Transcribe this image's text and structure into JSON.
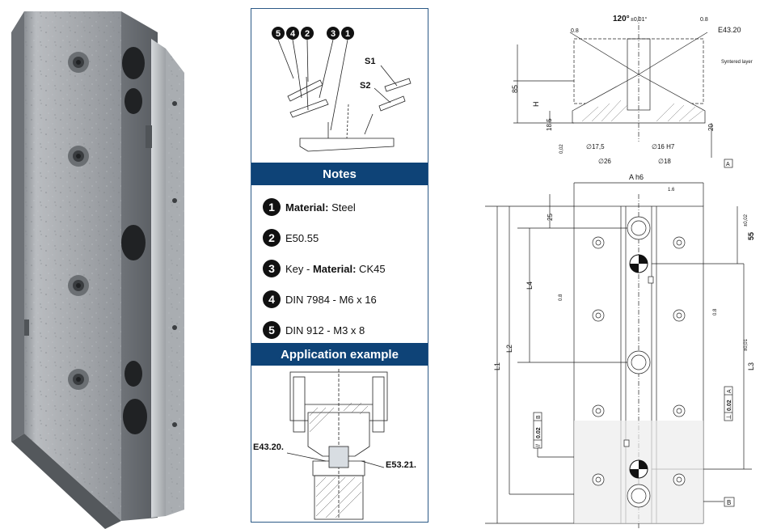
{
  "top_diagram": {
    "bubbles": [
      "5",
      "4",
      "2",
      "3",
      "1"
    ],
    "s1": "S1",
    "s2": "S2"
  },
  "notes": {
    "title": "Notes",
    "items": [
      {
        "num": "1",
        "label_bold": "Material:",
        "label_rest": " Steel"
      },
      {
        "num": "2",
        "label_pre": "E50.55"
      },
      {
        "num": "3",
        "label_pre": "Key - ",
        "label_bold": "Material:",
        "label_rest": " CK45"
      },
      {
        "num": "4",
        "label_pre": "DIN 7984 - M6 x 16"
      },
      {
        "num": "5",
        "label_pre": "DIN 912 - M3 x 8"
      }
    ]
  },
  "application": {
    "title": "Application example",
    "label_left": "E43.20.",
    "label_right": "E53.21."
  },
  "drawing_top": {
    "angle": "120°",
    "angle_tol": "±0,01°",
    "rough_a": "0.8",
    "rough_b": "0.8",
    "ref": "E43.20",
    "note": "Syntered layer",
    "dim_85": "85",
    "dim_h": "H",
    "dim_18_5": "18,5",
    "dim_20": "20",
    "dim_02": "0,02",
    "dim_d17_5": "∅17,5",
    "dim_d16": "∅16 H7",
    "dim_d26": "∅26",
    "dim_d18": "∅18",
    "datum_a": "A"
  },
  "drawing_front": {
    "dim_a": "A h6",
    "rough_16": "1.6",
    "dim_25": "25",
    "dim_55": "55",
    "tol_55": "±0,02",
    "dim_l4": "L4",
    "rough_l": "0.8",
    "rough_r": "0.8",
    "dim_l2": "L2",
    "dim_l1": "L1",
    "dim_l3": "L3",
    "tol_l3": "±0,01",
    "fcf_right_sym": "⊥",
    "fcf_right_val": "0.02",
    "fcf_right_ref": "A",
    "fcf_left_sym": "//",
    "fcf_left_val": "0.02",
    "fcf_left_ref": "B",
    "datum_b": "B"
  }
}
